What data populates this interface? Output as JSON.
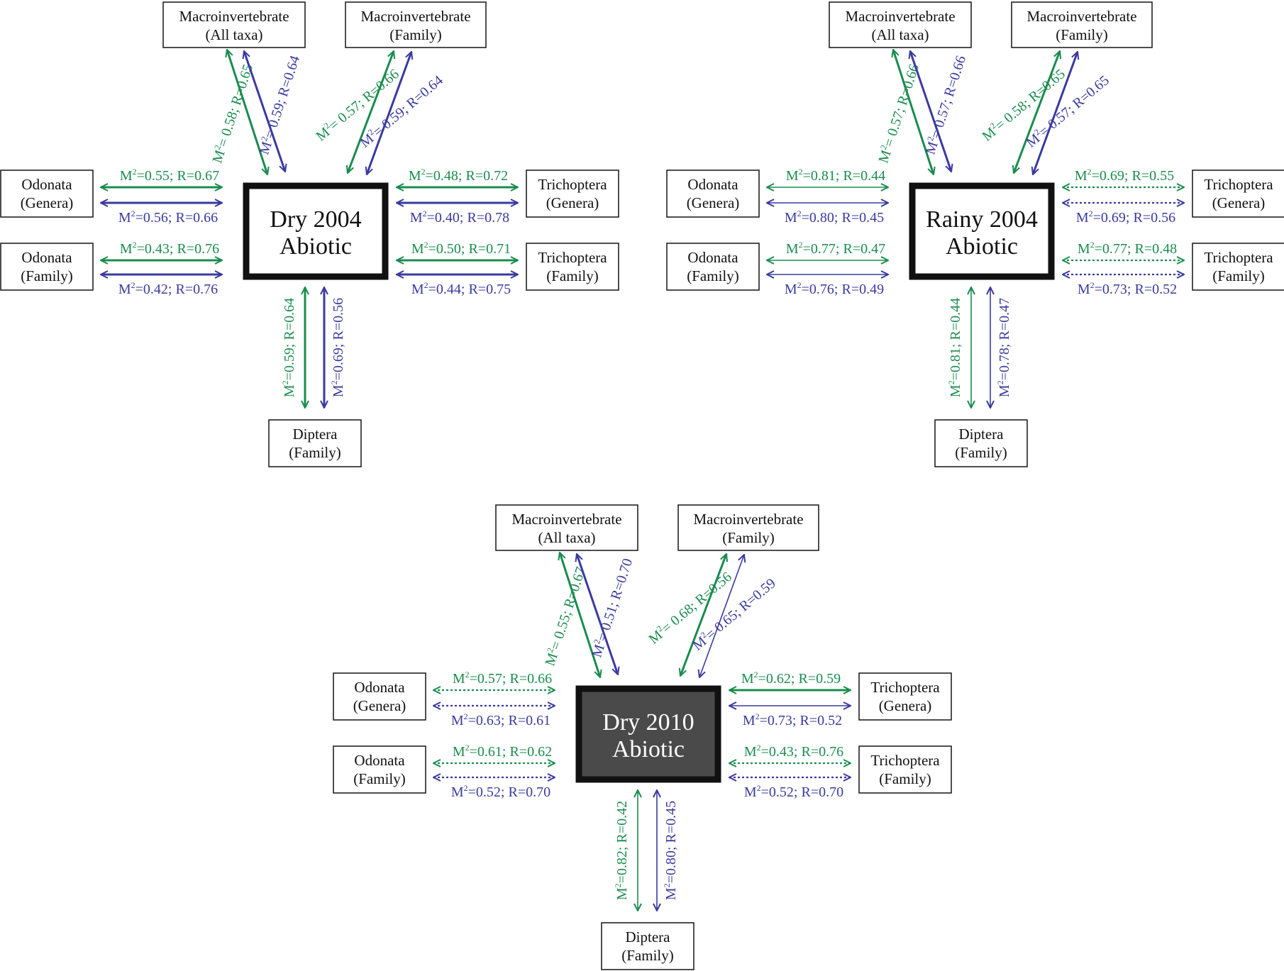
{
  "colors": {
    "green": "#1a8c4e",
    "blue": "#3a3aa0",
    "box_stroke": "#222222",
    "dark_fill": "#4a4a4a"
  },
  "label_prefix": "M",
  "label_sup": "2",
  "panels": [
    {
      "id": "dry2004",
      "center": {
        "line1": "Dry 2004",
        "line2": "Abiotic",
        "style": "light"
      },
      "nodes": {
        "macro_all": {
          "line1": "Macroinvertebrate",
          "line2": "(All taxa)"
        },
        "macro_fam": {
          "line1": "Macroinvertebrate",
          "line2": "(Family)"
        },
        "odo_gen": {
          "line1": "Odonata",
          "line2": "(Genera)"
        },
        "odo_fam": {
          "line1": "Odonata",
          "line2": "(Family)"
        },
        "tri_gen": {
          "line1": "Trichoptera",
          "line2": "(Genera)"
        },
        "tri_fam": {
          "line1": "Trichoptera",
          "line2": "(Family)"
        },
        "dip_fam": {
          "line1": "Diptera",
          "line2": "(Family)"
        }
      },
      "links": {
        "macro_all": {
          "green": {
            "m": "= 0.58",
            "r": "; R=0.65",
            "style": "solid"
          },
          "blue": {
            "m": "= 0.59",
            "r": "; R=0.64",
            "style": "solid"
          }
        },
        "macro_fam": {
          "green": {
            "m": "= 0.57",
            "r": "; R=0.66",
            "style": "solid"
          },
          "blue": {
            "m": "= 0.59",
            "r": "; R=0.64",
            "style": "solid"
          }
        },
        "odo_gen": {
          "green": {
            "m": "=0.55",
            "r": "; R=0.67",
            "style": "solid"
          },
          "blue": {
            "m": "=0.56",
            "r": "; R=0.66",
            "style": "solid"
          }
        },
        "odo_fam": {
          "green": {
            "m": "=0.43",
            "r": "; R=0.76",
            "style": "solid"
          },
          "blue": {
            "m": "=0.42",
            "r": "; R=0.76",
            "style": "solid"
          }
        },
        "tri_gen": {
          "green": {
            "m": "=0.48",
            "r": "; R=0.72",
            "style": "solid"
          },
          "blue": {
            "m": "=0.40",
            "r": "; R=0.78",
            "style": "solid"
          }
        },
        "tri_fam": {
          "green": {
            "m": "=0.50",
            "r": "; R=0.71",
            "style": "solid"
          },
          "blue": {
            "m": "=0.44",
            "r": "; R=0.75",
            "style": "solid"
          }
        },
        "dip_fam": {
          "green": {
            "m": "=0.59",
            "r": "; R=0.64",
            "style": "solid"
          },
          "blue": {
            "m": "=0.69",
            "r": "; R=0.56",
            "style": "solid"
          }
        }
      }
    },
    {
      "id": "rainy2004",
      "center": {
        "line1": "Rainy 2004",
        "line2": "Abiotic",
        "style": "light"
      },
      "nodes": {
        "macro_all": {
          "line1": "Macroinvertebrate",
          "line2": "(All taxa)"
        },
        "macro_fam": {
          "line1": "Macroinvertebrate",
          "line2": "(Family)"
        },
        "odo_gen": {
          "line1": "Odonata",
          "line2": "(Genera)"
        },
        "odo_fam": {
          "line1": "Odonata",
          "line2": "(Family)"
        },
        "tri_gen": {
          "line1": "Trichoptera",
          "line2": "(Genera)"
        },
        "tri_fam": {
          "line1": "Trichoptera",
          "line2": "(Family)"
        },
        "dip_fam": {
          "line1": "Diptera",
          "line2": "(Family)"
        }
      },
      "links": {
        "macro_all": {
          "green": {
            "m": "= 0.57",
            "r": "; R=0.66",
            "style": "solid"
          },
          "blue": {
            "m": "= 0.57",
            "r": "; R=0.66",
            "style": "solid"
          }
        },
        "macro_fam": {
          "green": {
            "m": "= 0.58",
            "r": "; R=0.65",
            "style": "solid"
          },
          "blue": {
            "m": "= 0.57",
            "r": "; R=0.65",
            "style": "solid"
          }
        },
        "odo_gen": {
          "green": {
            "m": "=0.81",
            "r": "; R=0.44",
            "style": "thin"
          },
          "blue": {
            "m": "=0.80",
            "r": "; R=0.45",
            "style": "thin"
          }
        },
        "odo_fam": {
          "green": {
            "m": "=0.77",
            "r": "; R=0.47",
            "style": "thin"
          },
          "blue": {
            "m": "=0.76",
            "r": "; R=0.49",
            "style": "thin"
          }
        },
        "tri_gen": {
          "green": {
            "m": "=0.69",
            "r": "; R=0.55",
            "style": "dotted"
          },
          "blue": {
            "m": "=0.69",
            "r": "; R=0.56",
            "style": "dotted"
          }
        },
        "tri_fam": {
          "green": {
            "m": "=0.77",
            "r": "; R=0.48",
            "style": "dotted"
          },
          "blue": {
            "m": "=0.73",
            "r": "; R=0.52",
            "style": "dotted"
          }
        },
        "dip_fam": {
          "green": {
            "m": "=0.81",
            "r": "; R=0.44",
            "style": "thin"
          },
          "blue": {
            "m": "=0.78",
            "r": "; R=0.47",
            "style": "thin"
          }
        }
      }
    },
    {
      "id": "dry2010",
      "center": {
        "line1": "Dry 2010",
        "line2": "Abiotic",
        "style": "dark"
      },
      "nodes": {
        "macro_all": {
          "line1": "Macroinvertebrate",
          "line2": "(All taxa)"
        },
        "macro_fam": {
          "line1": "Macroinvertebrate",
          "line2": "(Family)"
        },
        "odo_gen": {
          "line1": "Odonata",
          "line2": "(Genera)"
        },
        "odo_fam": {
          "line1": "Odonata",
          "line2": "(Family)"
        },
        "tri_gen": {
          "line1": "Trichoptera",
          "line2": "(Genera)"
        },
        "tri_fam": {
          "line1": "Trichoptera",
          "line2": "(Family)"
        },
        "dip_fam": {
          "line1": "Diptera",
          "line2": "(Family)"
        }
      },
      "links": {
        "macro_all": {
          "green": {
            "m": "= 0.55",
            "r": "; R=0.67",
            "style": "solid"
          },
          "blue": {
            "m": "= 0.51",
            "r": "; R=0.70",
            "style": "solid"
          }
        },
        "macro_fam": {
          "green": {
            "m": "= 0.68",
            "r": "; R=0.56",
            "style": "solid"
          },
          "blue": {
            "m": "= 0.65",
            "r": "; R=0.59",
            "style": "thin"
          }
        },
        "odo_gen": {
          "green": {
            "m": "=0.57",
            "r": "; R=0.66",
            "style": "dotted"
          },
          "blue": {
            "m": "=0.63",
            "r": "; R=0.61",
            "style": "dotted"
          }
        },
        "odo_fam": {
          "green": {
            "m": "=0.61",
            "r": "; R=0.62",
            "style": "dotted"
          },
          "blue": {
            "m": "=0.52",
            "r": "; R=0.70",
            "style": "dotted"
          }
        },
        "tri_gen": {
          "green": {
            "m": "=0.62",
            "r": "; R=0.59",
            "style": "solid"
          },
          "blue": {
            "m": "=0.73",
            "r": "; R=0.52",
            "style": "thin"
          }
        },
        "tri_fam": {
          "green": {
            "m": "=0.43",
            "r": "; R=0.76",
            "style": "dotted"
          },
          "blue": {
            "m": "=0.52",
            "r": "; R=0.70",
            "style": "dotted"
          }
        },
        "dip_fam": {
          "green": {
            "m": "=0.82",
            "r": "; R=0.42",
            "style": "thin"
          },
          "blue": {
            "m": "=0.80",
            "r": "; R=0.45",
            "style": "thin"
          }
        }
      }
    }
  ]
}
